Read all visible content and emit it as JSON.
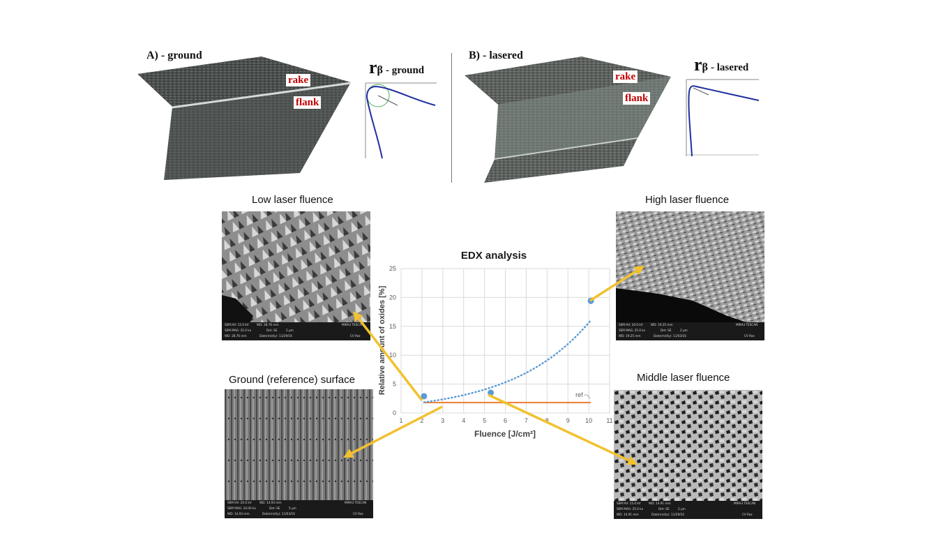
{
  "panels": {
    "a_label": "A) - ground",
    "b_label": "B) - lasered",
    "rake": "rake",
    "flank": "flank",
    "r_symbol": "r",
    "beta": "β",
    "ground_suffix": "- ground",
    "lasered_suffix": "- lasered"
  },
  "sem_titles": {
    "low": "Low laser fluence",
    "high": "High laser fluence",
    "ground": "Ground (reference) surface",
    "middle": "Middle laser fluence"
  },
  "sem_bars": {
    "low": {
      "hv": "SEM HV: 15.0 kV",
      "wd": "WD: 28.76 mm",
      "brand": "MIRA3 TESCAN",
      "mag": "SEM MAG: 25.0 kx",
      "det": "Det: SE",
      "scale": "2 µm",
      "wd2": "WD: 28.76 mm",
      "date": "Date(m/d/y): 11/29/16",
      "cv": "CV Rez"
    },
    "high": {
      "hv": "SEM HV: 20.0 kV",
      "wd": "WD: 19.25 mm",
      "brand": "MIRA3 TESCAN",
      "mag": "SEM MAG: 25.0 kx",
      "det": "Det: SE",
      "scale": "2 µm",
      "wd2": "WD: 19.25 mm",
      "date": "Date(m/d/y): 11/03/16",
      "cv": "CV Rez"
    },
    "ground": {
      "hv": "SEM HV: 20.0 kV",
      "wd": "WD: 14.93 mm",
      "brand": "MIRA3 TESCAN",
      "mag": "SEM MAG: 10.00 kx",
      "det": "Det: SE",
      "scale": "5 µm",
      "wd2": "WD: 14.93 mm",
      "date": "Date(m/d/y): 11/03/16",
      "cv": "CV Rez"
    },
    "middle": {
      "hv": "SEM HV: 15.0 kV",
      "wd": "WD: 14.91 mm",
      "brand": "MIRA3 TESCAN",
      "mag": "SEM MAG: 25.0 kx",
      "det": "Det: SE",
      "scale": "2 µm",
      "wd2": "WD: 14.91 mm",
      "date": "Date(m/d/y): 11/29/16",
      "cv": "CV Rez"
    }
  },
  "chart_data": {
    "type": "scatter",
    "title": "EDX analysis",
    "xlabel": "Fluence [J/cm²]",
    "ylabel": "Relative amount of oxides [%]",
    "xlim": [
      1,
      11
    ],
    "ylim": [
      0,
      25
    ],
    "xticks": [
      "1",
      "2",
      "3",
      "4",
      "5",
      "6",
      "7",
      "8",
      "9",
      "10",
      "11"
    ],
    "yticks": [
      "0",
      "5",
      "10",
      "15",
      "20",
      "25"
    ],
    "grid": true,
    "series": [
      {
        "values": [
          [
            2.1,
            2.9
          ],
          [
            5.3,
            3.5
          ],
          [
            10.1,
            19.4
          ]
        ],
        "color": "#5b9bd5"
      }
    ],
    "trendline": {
      "style": "dotted",
      "color": "#5b9bd5",
      "from_x": 2.1,
      "to_x": 10.1,
      "a": 1.05,
      "b": 0.27
    },
    "reference": {
      "label": "ref",
      "y": 1.8,
      "from_x": 2.1,
      "to_x": 10.1,
      "color": "#ed7d31"
    },
    "arrow_color": "#f2c12e"
  }
}
